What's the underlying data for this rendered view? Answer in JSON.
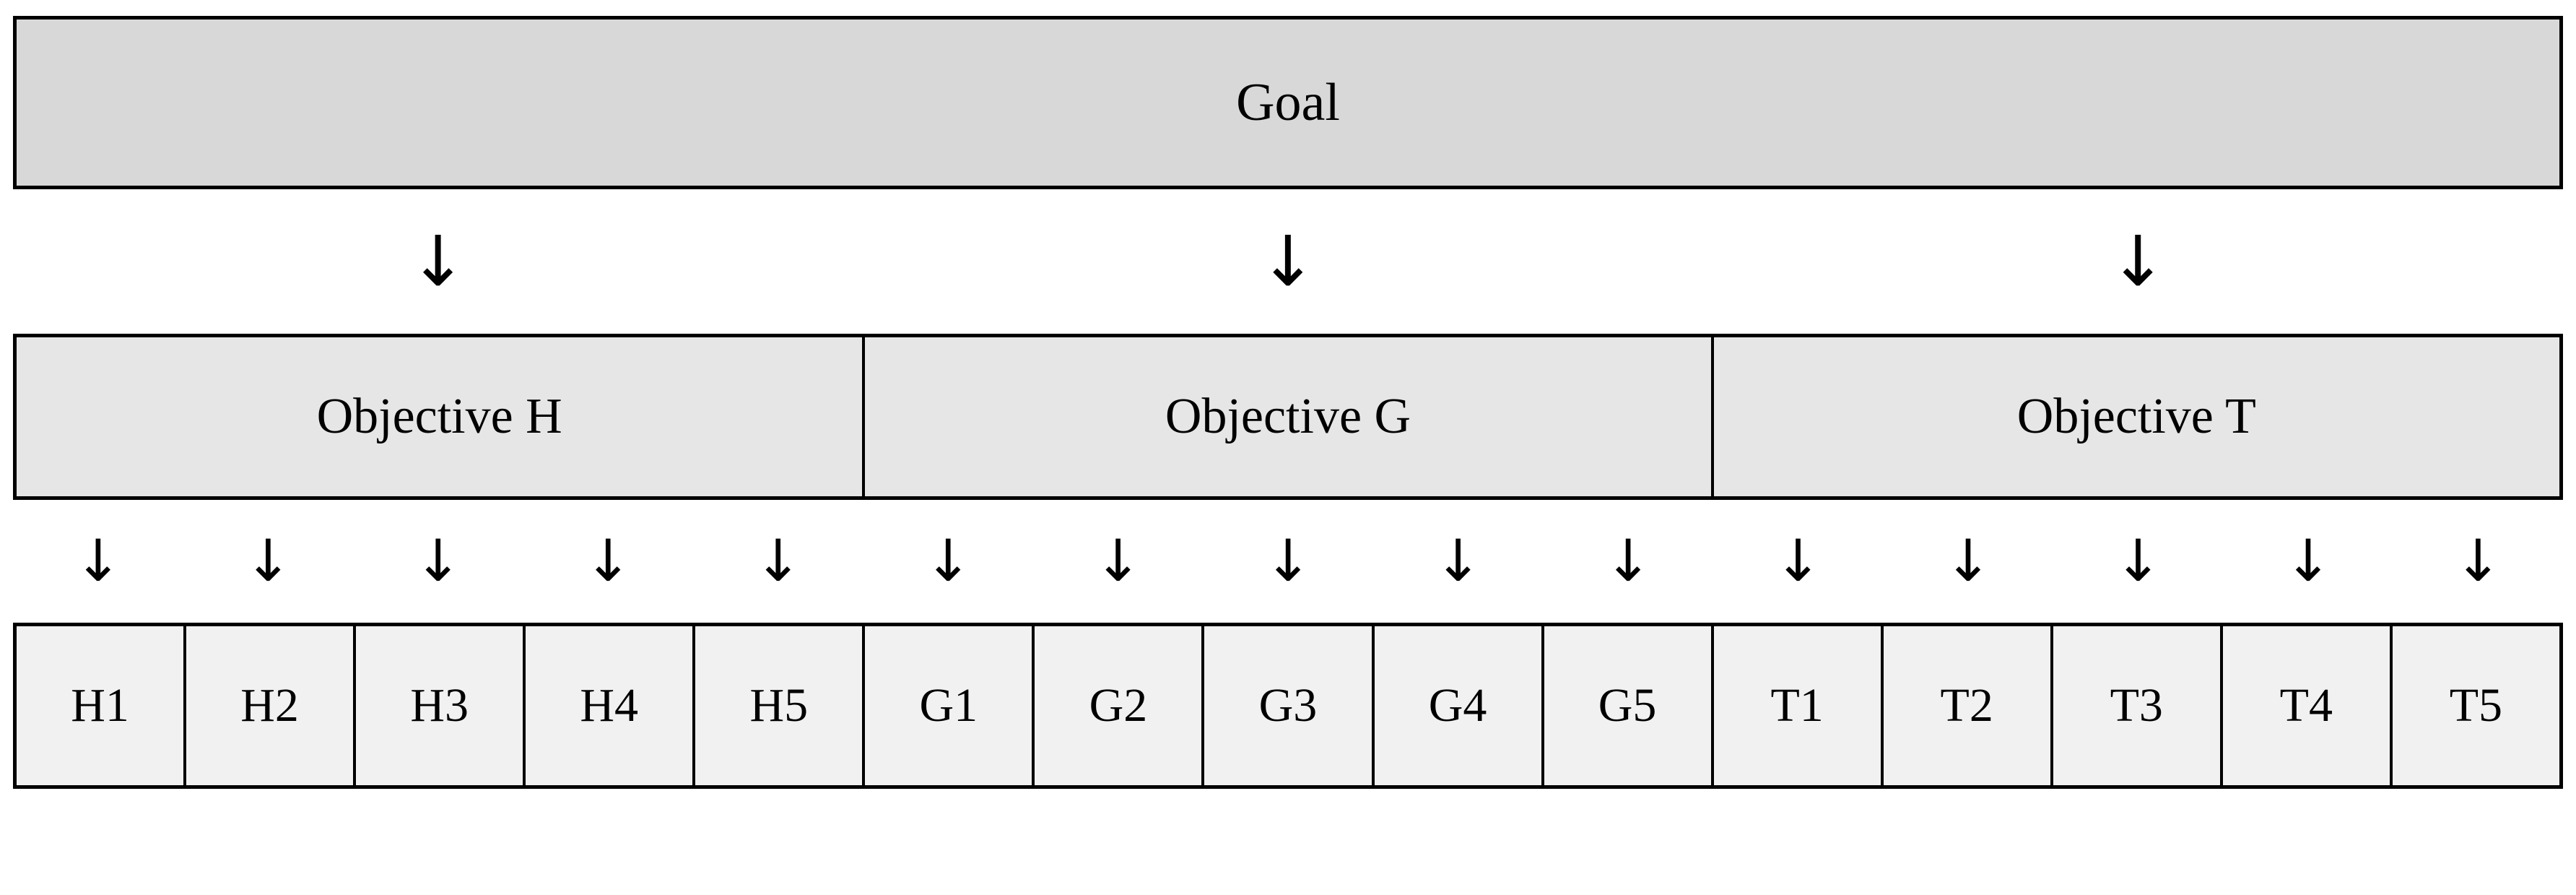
{
  "diagram": {
    "type": "hierarchy",
    "title_level_label": "Goal",
    "levels": 3,
    "colors": {
      "goal_fill": "#d8d8d8",
      "objective_fill": "#e6e6e6",
      "criteria_fill": "#f1f1f1",
      "border": "#000000",
      "text": "#000000",
      "background": "#ffffff"
    },
    "goal": {
      "label": "Goal"
    },
    "arrows_level1": [
      {
        "glyph": "↓",
        "name": "arrow-goal-to-objective-h"
      },
      {
        "glyph": "↓",
        "name": "arrow-goal-to-objective-g"
      },
      {
        "glyph": "↓",
        "name": "arrow-goal-to-objective-t"
      }
    ],
    "objectives": [
      {
        "label": "Objective H",
        "key": "h"
      },
      {
        "label": "Objective G",
        "key": "g"
      },
      {
        "label": "Objective T",
        "key": "t"
      }
    ],
    "arrows_level2": [
      {
        "glyph": "↓"
      },
      {
        "glyph": "↓"
      },
      {
        "glyph": "↓"
      },
      {
        "glyph": "↓"
      },
      {
        "glyph": "↓"
      },
      {
        "glyph": "↓"
      },
      {
        "glyph": "↓"
      },
      {
        "glyph": "↓"
      },
      {
        "glyph": "↓"
      },
      {
        "glyph": "↓"
      },
      {
        "glyph": "↓"
      },
      {
        "glyph": "↓"
      },
      {
        "glyph": "↓"
      },
      {
        "glyph": "↓"
      },
      {
        "glyph": "↓"
      }
    ],
    "criteria": [
      {
        "label": "H1"
      },
      {
        "label": "H2"
      },
      {
        "label": "H3"
      },
      {
        "label": "H4"
      },
      {
        "label": "H5"
      },
      {
        "label": "G1"
      },
      {
        "label": "G2"
      },
      {
        "label": "G3"
      },
      {
        "label": "G4"
      },
      {
        "label": "G5"
      },
      {
        "label": "T1"
      },
      {
        "label": "T2"
      },
      {
        "label": "T3"
      },
      {
        "label": "T4"
      },
      {
        "label": "T5"
      }
    ]
  }
}
